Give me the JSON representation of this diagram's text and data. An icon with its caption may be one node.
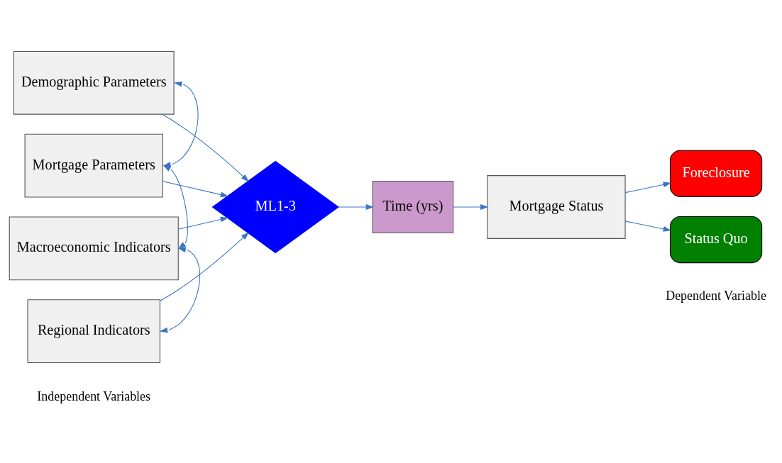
{
  "diagram": {
    "nodes": [
      {
        "text": [
          "Demographic Parameters"
        ]
      },
      {
        "text": [
          "Mortgage Parameters"
        ]
      },
      {
        "text": [
          "Macroeconomic Indicators"
        ]
      },
      {
        "text": [
          "Regional Indicators"
        ]
      },
      {
        "text": [
          "ML1-3"
        ]
      },
      {
        "text": [
          "Time (yrs)"
        ]
      },
      {
        "text": [
          "Mortgage Status"
        ]
      },
      {
        "text": [
          "Foreclosure"
        ]
      },
      {
        "text": [
          "Status Quo"
        ]
      }
    ],
    "edges": [
      {
        "from": 0,
        "to": 1,
        "arrow": "both"
      },
      {
        "from": 1,
        "to": 2,
        "arrow": "both"
      },
      {
        "from": 2,
        "to": 3,
        "arrow": "both"
      },
      {
        "from": 0,
        "to": 4,
        "arrow": "to"
      },
      {
        "from": 1,
        "to": 4,
        "arrow": "to"
      },
      {
        "from": 2,
        "to": 4,
        "arrow": "to"
      },
      {
        "from": 3,
        "to": 4,
        "arrow": "to"
      },
      {
        "from": 4,
        "to": 5,
        "arrow": "to"
      },
      {
        "from": 5,
        "to": 6,
        "arrow": "to"
      },
      {
        "from": 6,
        "to": 7,
        "arrow": "to"
      },
      {
        "from": 6,
        "to": 8,
        "arrow": "to"
      }
    ],
    "labels": [
      "Independent Variables",
      "Dependent Variable"
    ]
  }
}
